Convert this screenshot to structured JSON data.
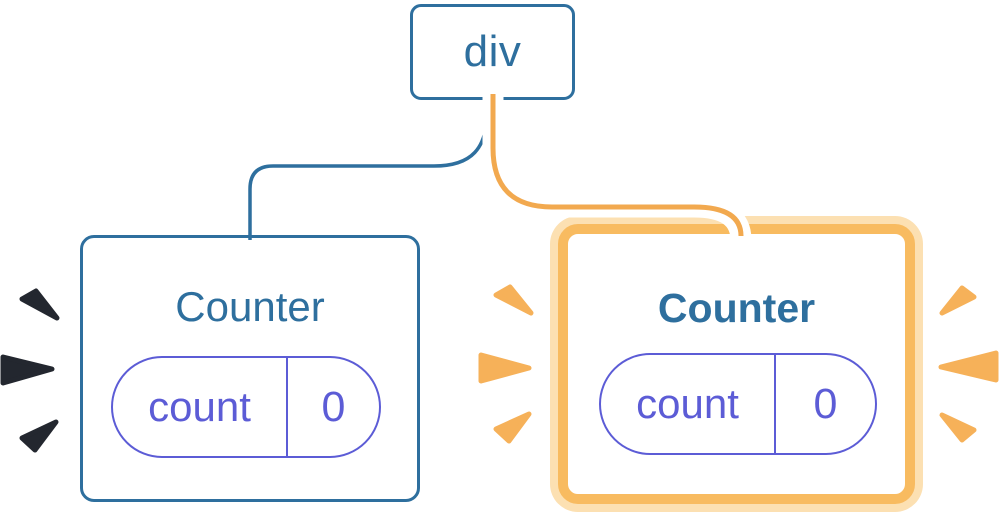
{
  "diagram": {
    "description": "React component tree: div root with two Counter children; right Counter highlighted as re-rendered",
    "root": {
      "label": "div"
    },
    "left_counter": {
      "title": "Counter",
      "state_key": "count",
      "state_value": "0",
      "highlighted": false
    },
    "right_counter": {
      "title": "Counter",
      "state_key": "count",
      "state_value": "0",
      "highlighted": true
    }
  },
  "icons": {
    "left_sparks": "burst-sparks-dark",
    "middle_sparks": "burst-sparks-orange",
    "right_sparks": "burst-sparks-orange",
    "blue_connector": "tree-edge-plain",
    "orange_connector": "tree-edge-highlighted"
  },
  "colors": {
    "blue": "#2E6F9E",
    "purple": "#5C5CD6",
    "orange_line": "#F2A94F",
    "orange_border": "#F8BB60",
    "orange_border_light": "#FCE0B2",
    "spark_orange": "#F6B159",
    "spark_dark": "#23272F",
    "casing": "#FFFFFF",
    "bg": "#FFFFFF"
  }
}
